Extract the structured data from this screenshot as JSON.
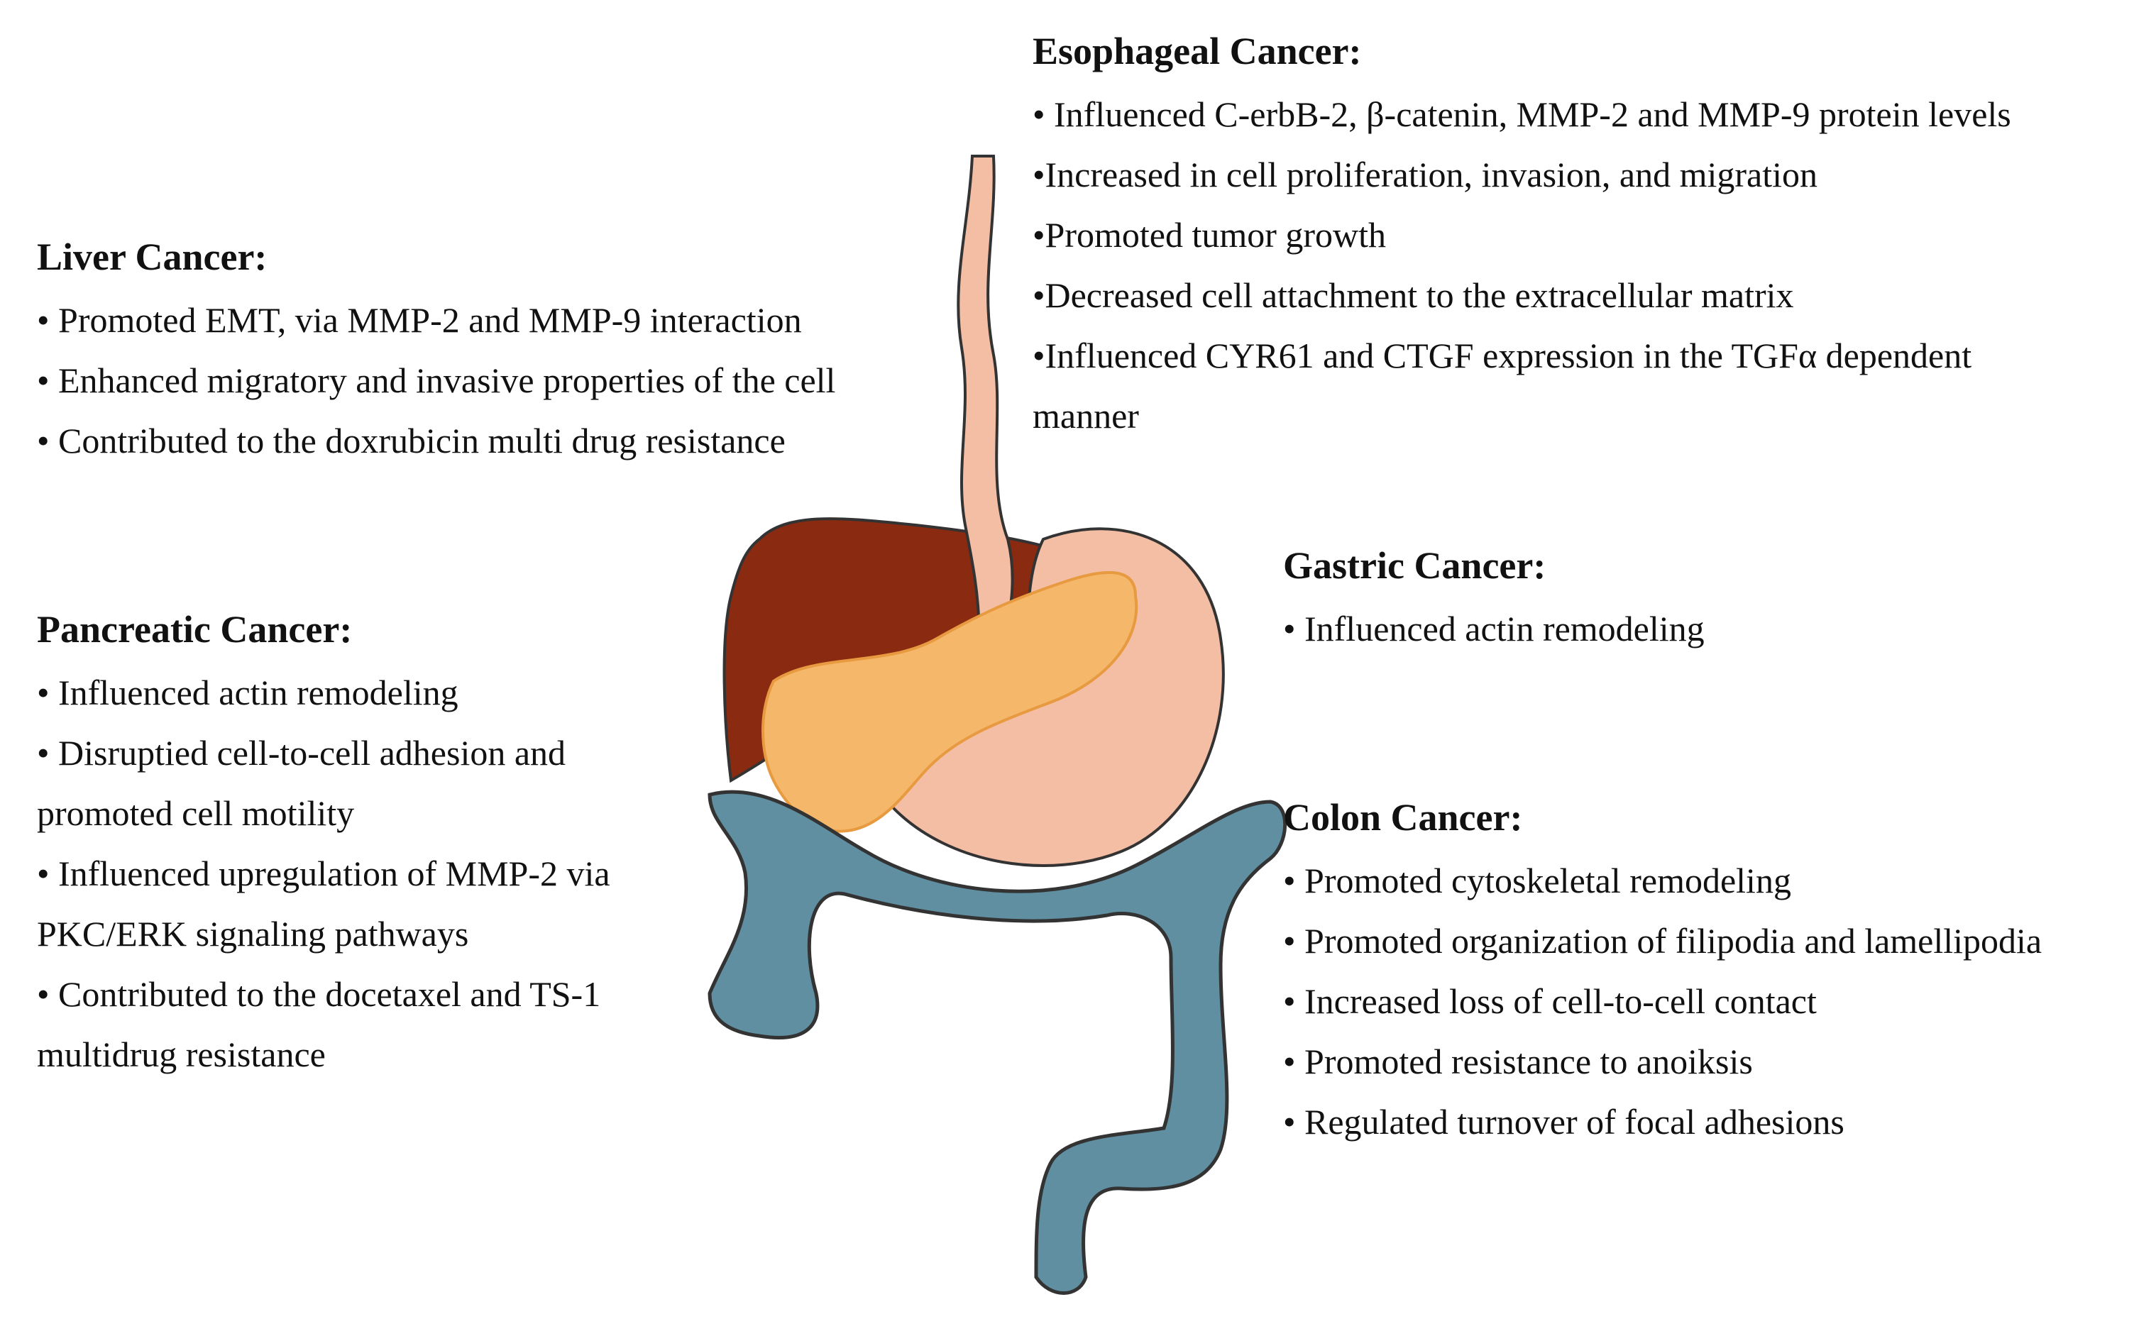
{
  "colors": {
    "liver": "#8a2a10",
    "stomach": "#f4bea5",
    "esophagus": "#f4bea5",
    "pancreas": "#f5b76a",
    "colon": "#5f8fa0",
    "outline": "#333333"
  },
  "liver": {
    "title": "Liver Cancer:",
    "items": [
      "• Promoted EMT, via MMP-2 and MMP-9 interaction",
      "• Enhanced migratory and invasive properties of the cell",
      "• Contributed to the doxrubicin multi drug resistance"
    ]
  },
  "pancreatic": {
    "title": "Pancreatic Cancer:",
    "items": [
      "• Influenced actin remodeling",
      "• Disruptied cell-to-cell adhesion and\npromoted cell motility",
      "• Influenced upregulation of MMP-2 via\nPKC/ERK signaling pathways",
      "• Contributed to the docetaxel and TS-1\nmultidrug resistance"
    ]
  },
  "esophageal": {
    "title": "Esophageal Cancer:",
    "items": [
      "• Influenced C-erbB-2, β-catenin, MMP-2 and MMP-9 protein levels",
      "•Increased in cell proliferation, invasion, and migration",
      "•Promoted tumor growth",
      "•Decreased cell attachment to the extracellular matrix",
      "•Influenced CYR61 and CTGF expression in the TGFα dependent\nmanner"
    ]
  },
  "gastric": {
    "title": "Gastric Cancer:",
    "items": [
      "• Influenced actin remodeling"
    ]
  },
  "colon": {
    "title": "Colon Cancer:",
    "items": [
      "• Promoted cytoskeletal remodeling",
      "• Promoted organization of filipodia and lamellipodia",
      "• Increased loss of cell-to-cell contact",
      "• Promoted resistance to anoiksis",
      "• Regulated turnover of focal adhesions"
    ]
  }
}
